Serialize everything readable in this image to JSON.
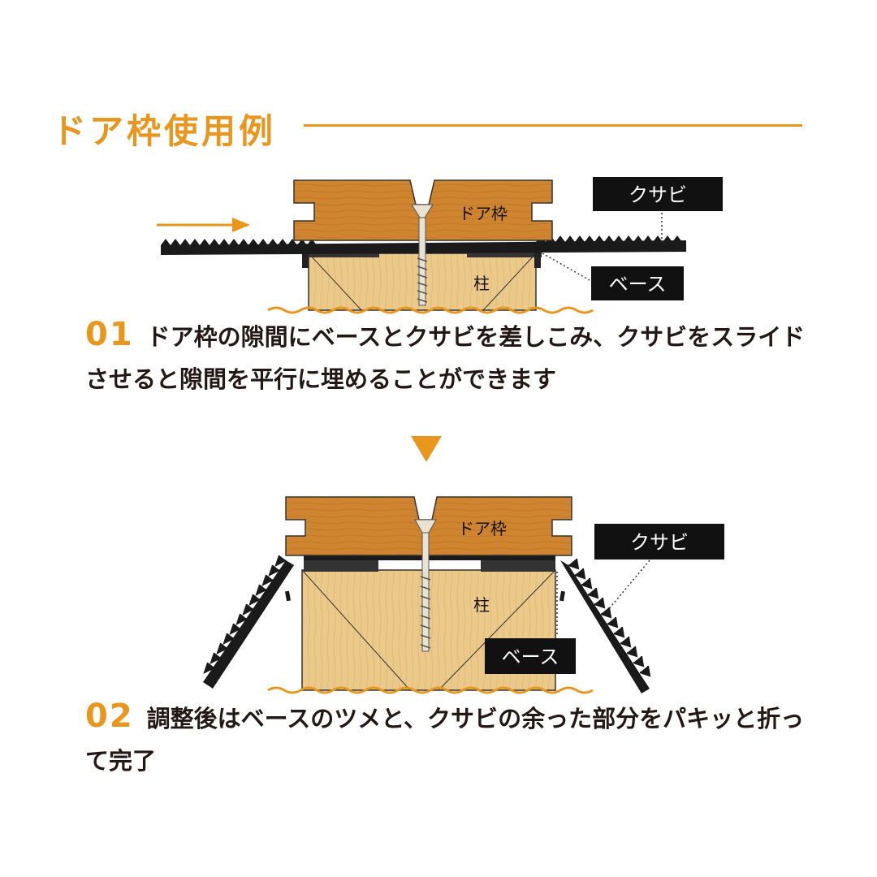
{
  "title": "ドア枠使用例",
  "colors": {
    "accent": "#e8961e",
    "wood_dark": "#cf8530",
    "wood_light": "#eac98a",
    "black": "#111111"
  },
  "diagram1": {
    "label_frame": "ドア枠",
    "label_pillar": "柱",
    "label_wedge": "クサビ",
    "label_base": "ベース"
  },
  "diagram2": {
    "label_frame": "ドア枠",
    "label_pillar": "柱",
    "label_wedge": "クサビ",
    "label_base": "ベース"
  },
  "steps": [
    {
      "num": "01",
      "text": "ドア枠の隙間にベースとクサビを差しこみ、クサビをスライドさせると隙間を平行に埋めることができます"
    },
    {
      "num": "02",
      "text": "調整後はベースのツメと、クサビの余った部分をパキッと折って完了"
    }
  ]
}
